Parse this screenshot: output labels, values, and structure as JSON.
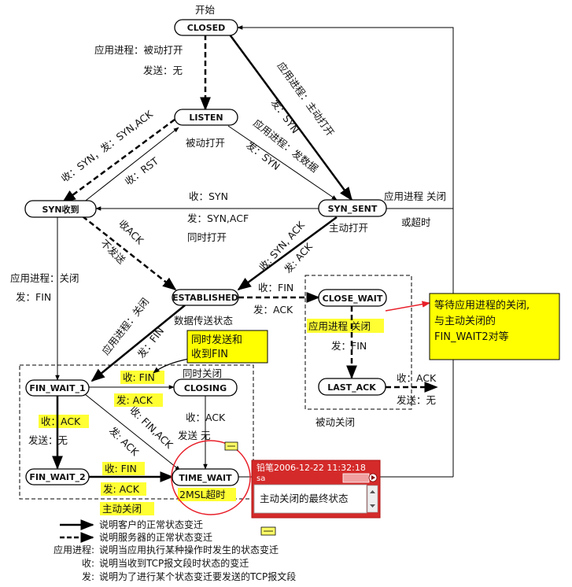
{
  "colors": {
    "highlight": "#ffff33",
    "annotation_red": "#e8202a",
    "note_box": "#ffff00",
    "popup_header": "#d42a2a",
    "line": "#000000"
  },
  "states": {
    "closed": "CLOSED",
    "listen": "LISTEN",
    "syn_rcvd": "SYN收到",
    "syn_sent": "SYN_SENT",
    "established": "ESTABLISHED",
    "close_wait": "CLOSE_WAIT",
    "fin_wait_1": "FIN_WAIT_1",
    "closing": "CLOSING",
    "last_ack": "LAST_ACK",
    "fin_wait_2": "FIN_WAIT_2",
    "time_wait": "TIME_WAIT"
  },
  "labels": {
    "start": "开始",
    "passive_open_proc": "应用进程：被动打开",
    "send_none_top": "发送：无",
    "listen_note": "被动打开",
    "rcv_syn_send_synack": "收：SYN，发：SYN,ACK",
    "rcv_rst": "收：RST",
    "active_open_proc": "应用进程：主动打开",
    "send_syn_1": "发：SYN",
    "proc_send_data": "应用进程：发数据",
    "send_syn_2": "发：SYN",
    "rcv_syn_mid": "收：SYN",
    "send_synack_mid": "发：SYN,ACF",
    "simultaneous_open": "同时打开",
    "syn_sent_note": "主动打开",
    "proc_close_right": "应用进程 关闭",
    "or_timeout": "或超时",
    "rcv_ack": "收ACK",
    "no_send": "不发送",
    "rcv_synack_send_ack_a": "收: SYN, ACK",
    "rcv_synack_send_ack_b": "发: ACK",
    "proc_close_left": "应用进程：关闭",
    "send_fin_left": "发：FIN",
    "rcv_fin_est": "收：FIN",
    "send_ack_est": "发：ACK",
    "data_transfer": "数据传送状态",
    "proc_close_diag": "应用进程：关闭",
    "send_fin_diag": "发：FIN",
    "cw_proc_close": "应用进程 关闭",
    "cw_send_fin": "发：FIN",
    "rcv_ack_lastack": "收：ACK",
    "send_none_lastack": "发送：无",
    "passive_close": "被动关闭",
    "simul_close": "同时关闭",
    "fw1_rcv_fin": "收: FIN",
    "fw1_send_ack": "发: ACK",
    "fw1_rcv_ack": "收：ACK",
    "fw1_send_none": "发送：无",
    "finack_rcv": "收: FIN,ACK",
    "finack_send": "发: ACK",
    "closing_rcv_ack": "收：ACK",
    "closing_send_none": "发送 无",
    "fw2_rcv_fin": "收: FIN",
    "fw2_send_ack": "发: ACK",
    "active_close": "主动关闭",
    "msl": "2MSL超时"
  },
  "notes": {
    "simul_send": [
      "同时发送和",
      "收到FIN"
    ],
    "wait_app": [
      "等待应用进程的关闭,",
      "与主动关闭的",
      "FIN_WAIT2对等"
    ]
  },
  "popup": {
    "header": "铅笔2006-12-22 11:32:18",
    "author": "sa",
    "body": "主动关闭的最终状态"
  },
  "legend": [
    {
      "key": "",
      "text": "说明客户的正常状态变迁"
    },
    {
      "key": "",
      "text": "说明服务器的正常状态变迁"
    },
    {
      "key": "应用进程:",
      "text": "说明当应用执行某种操作时发生的状态变迁"
    },
    {
      "key": "收:",
      "text": "说明当收到TCP报文段时状态的变迁"
    },
    {
      "key": "发:",
      "text": "说明为了进行某个状态变迁要发送的TCP报文段"
    }
  ]
}
